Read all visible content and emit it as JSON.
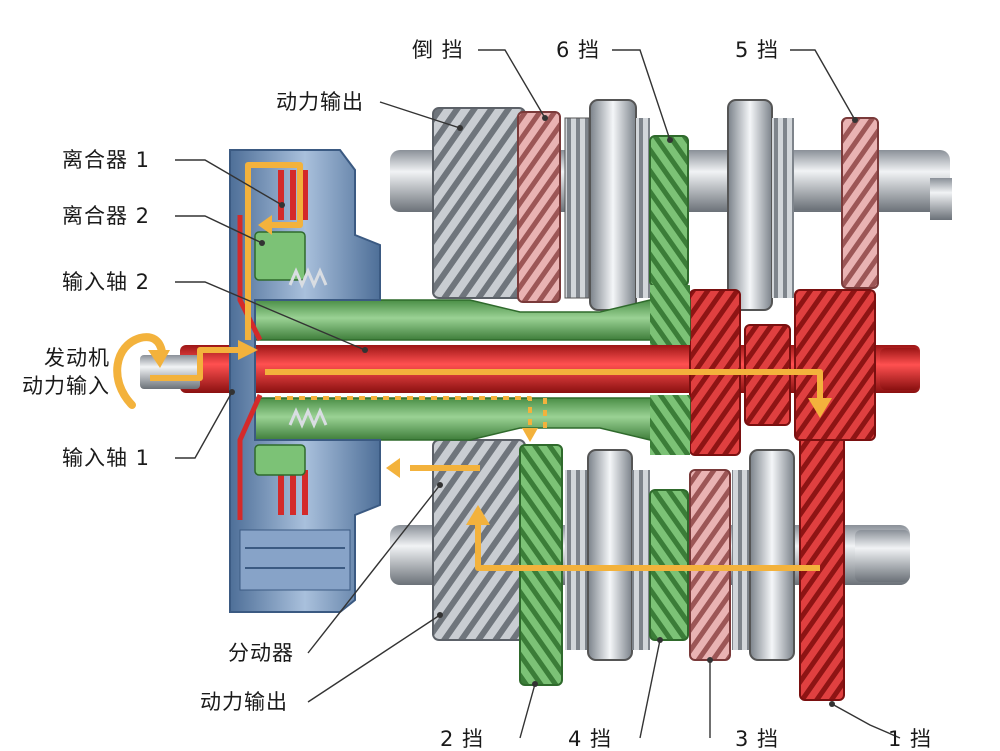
{
  "labels": {
    "reverse": "倒 挡",
    "gear6": "6 挡",
    "gear5": "5 挡",
    "output_top": "动力输出",
    "clutch1": "离合器 1",
    "clutch2": "离合器 2",
    "input_shaft2": "输入轴 2",
    "engine_line1": "发动机",
    "engine_line2": "动力输入",
    "input_shaft1": "输入轴 1",
    "differential": "分动器",
    "output_bottom": "动力输出",
    "gear2": "2 挡",
    "gear4": "4 挡",
    "gear3": "3 挡",
    "gear1": "1 挡"
  },
  "colors": {
    "red": "#d42a2a",
    "green": "#5fae5a",
    "blue": "#6e90b8",
    "steel": "#b9bec4",
    "flow_arrow": "#f3b23c",
    "text": "#1a1a1a"
  }
}
